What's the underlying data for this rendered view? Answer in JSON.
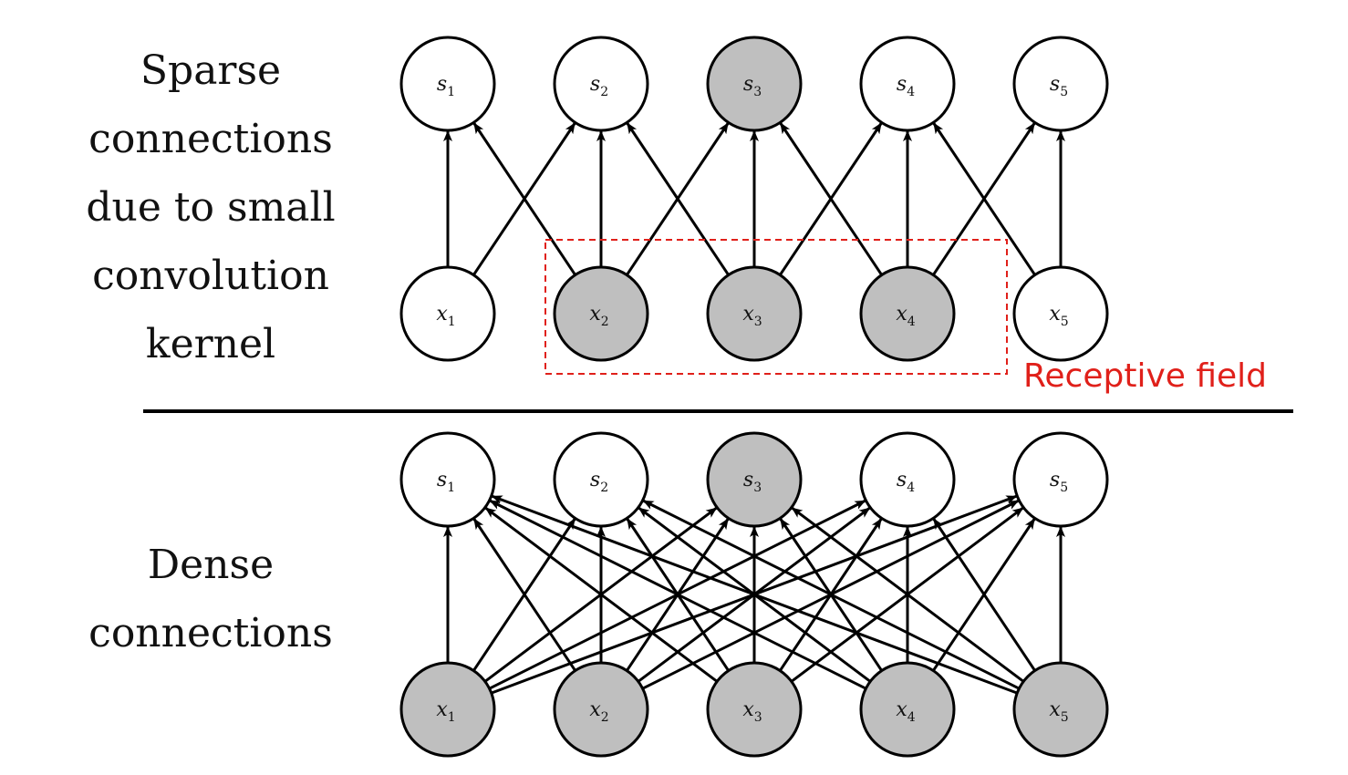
{
  "labels": {
    "sparse": [
      "Sparse",
      "connections",
      "due to small",
      "convolution",
      "kernel"
    ],
    "dense": [
      "Dense",
      "connections"
    ],
    "receptive_field": "Receptive field"
  },
  "colors": {
    "node_fill": "#ffffff",
    "node_highlight": "#bfbfbf",
    "stroke": "#000000",
    "receptive_box": "#e0201a"
  },
  "diagram": {
    "sparse": {
      "outputs": [
        {
          "base": "s",
          "sub": "1",
          "highlight": false
        },
        {
          "base": "s",
          "sub": "2",
          "highlight": false
        },
        {
          "base": "s",
          "sub": "3",
          "highlight": true
        },
        {
          "base": "s",
          "sub": "4",
          "highlight": false
        },
        {
          "base": "s",
          "sub": "5",
          "highlight": false
        }
      ],
      "inputs": [
        {
          "base": "x",
          "sub": "1",
          "highlight": false
        },
        {
          "base": "x",
          "sub": "2",
          "highlight": true
        },
        {
          "base": "x",
          "sub": "3",
          "highlight": true
        },
        {
          "base": "x",
          "sub": "4",
          "highlight": true
        },
        {
          "base": "x",
          "sub": "5",
          "highlight": false
        }
      ],
      "kernel_offsets": [
        -1,
        0,
        1
      ],
      "receptive_field_inputs": [
        2,
        3,
        4
      ]
    },
    "dense": {
      "outputs": [
        {
          "base": "s",
          "sub": "1",
          "highlight": false
        },
        {
          "base": "s",
          "sub": "2",
          "highlight": false
        },
        {
          "base": "s",
          "sub": "3",
          "highlight": true
        },
        {
          "base": "s",
          "sub": "4",
          "highlight": false
        },
        {
          "base": "s",
          "sub": "5",
          "highlight": false
        }
      ],
      "inputs": [
        {
          "base": "x",
          "sub": "1",
          "highlight": true
        },
        {
          "base": "x",
          "sub": "2",
          "highlight": true
        },
        {
          "base": "x",
          "sub": "3",
          "highlight": true
        },
        {
          "base": "x",
          "sub": "4",
          "highlight": true
        },
        {
          "base": "x",
          "sub": "5",
          "highlight": true
        }
      ],
      "fully_connected": true
    }
  }
}
